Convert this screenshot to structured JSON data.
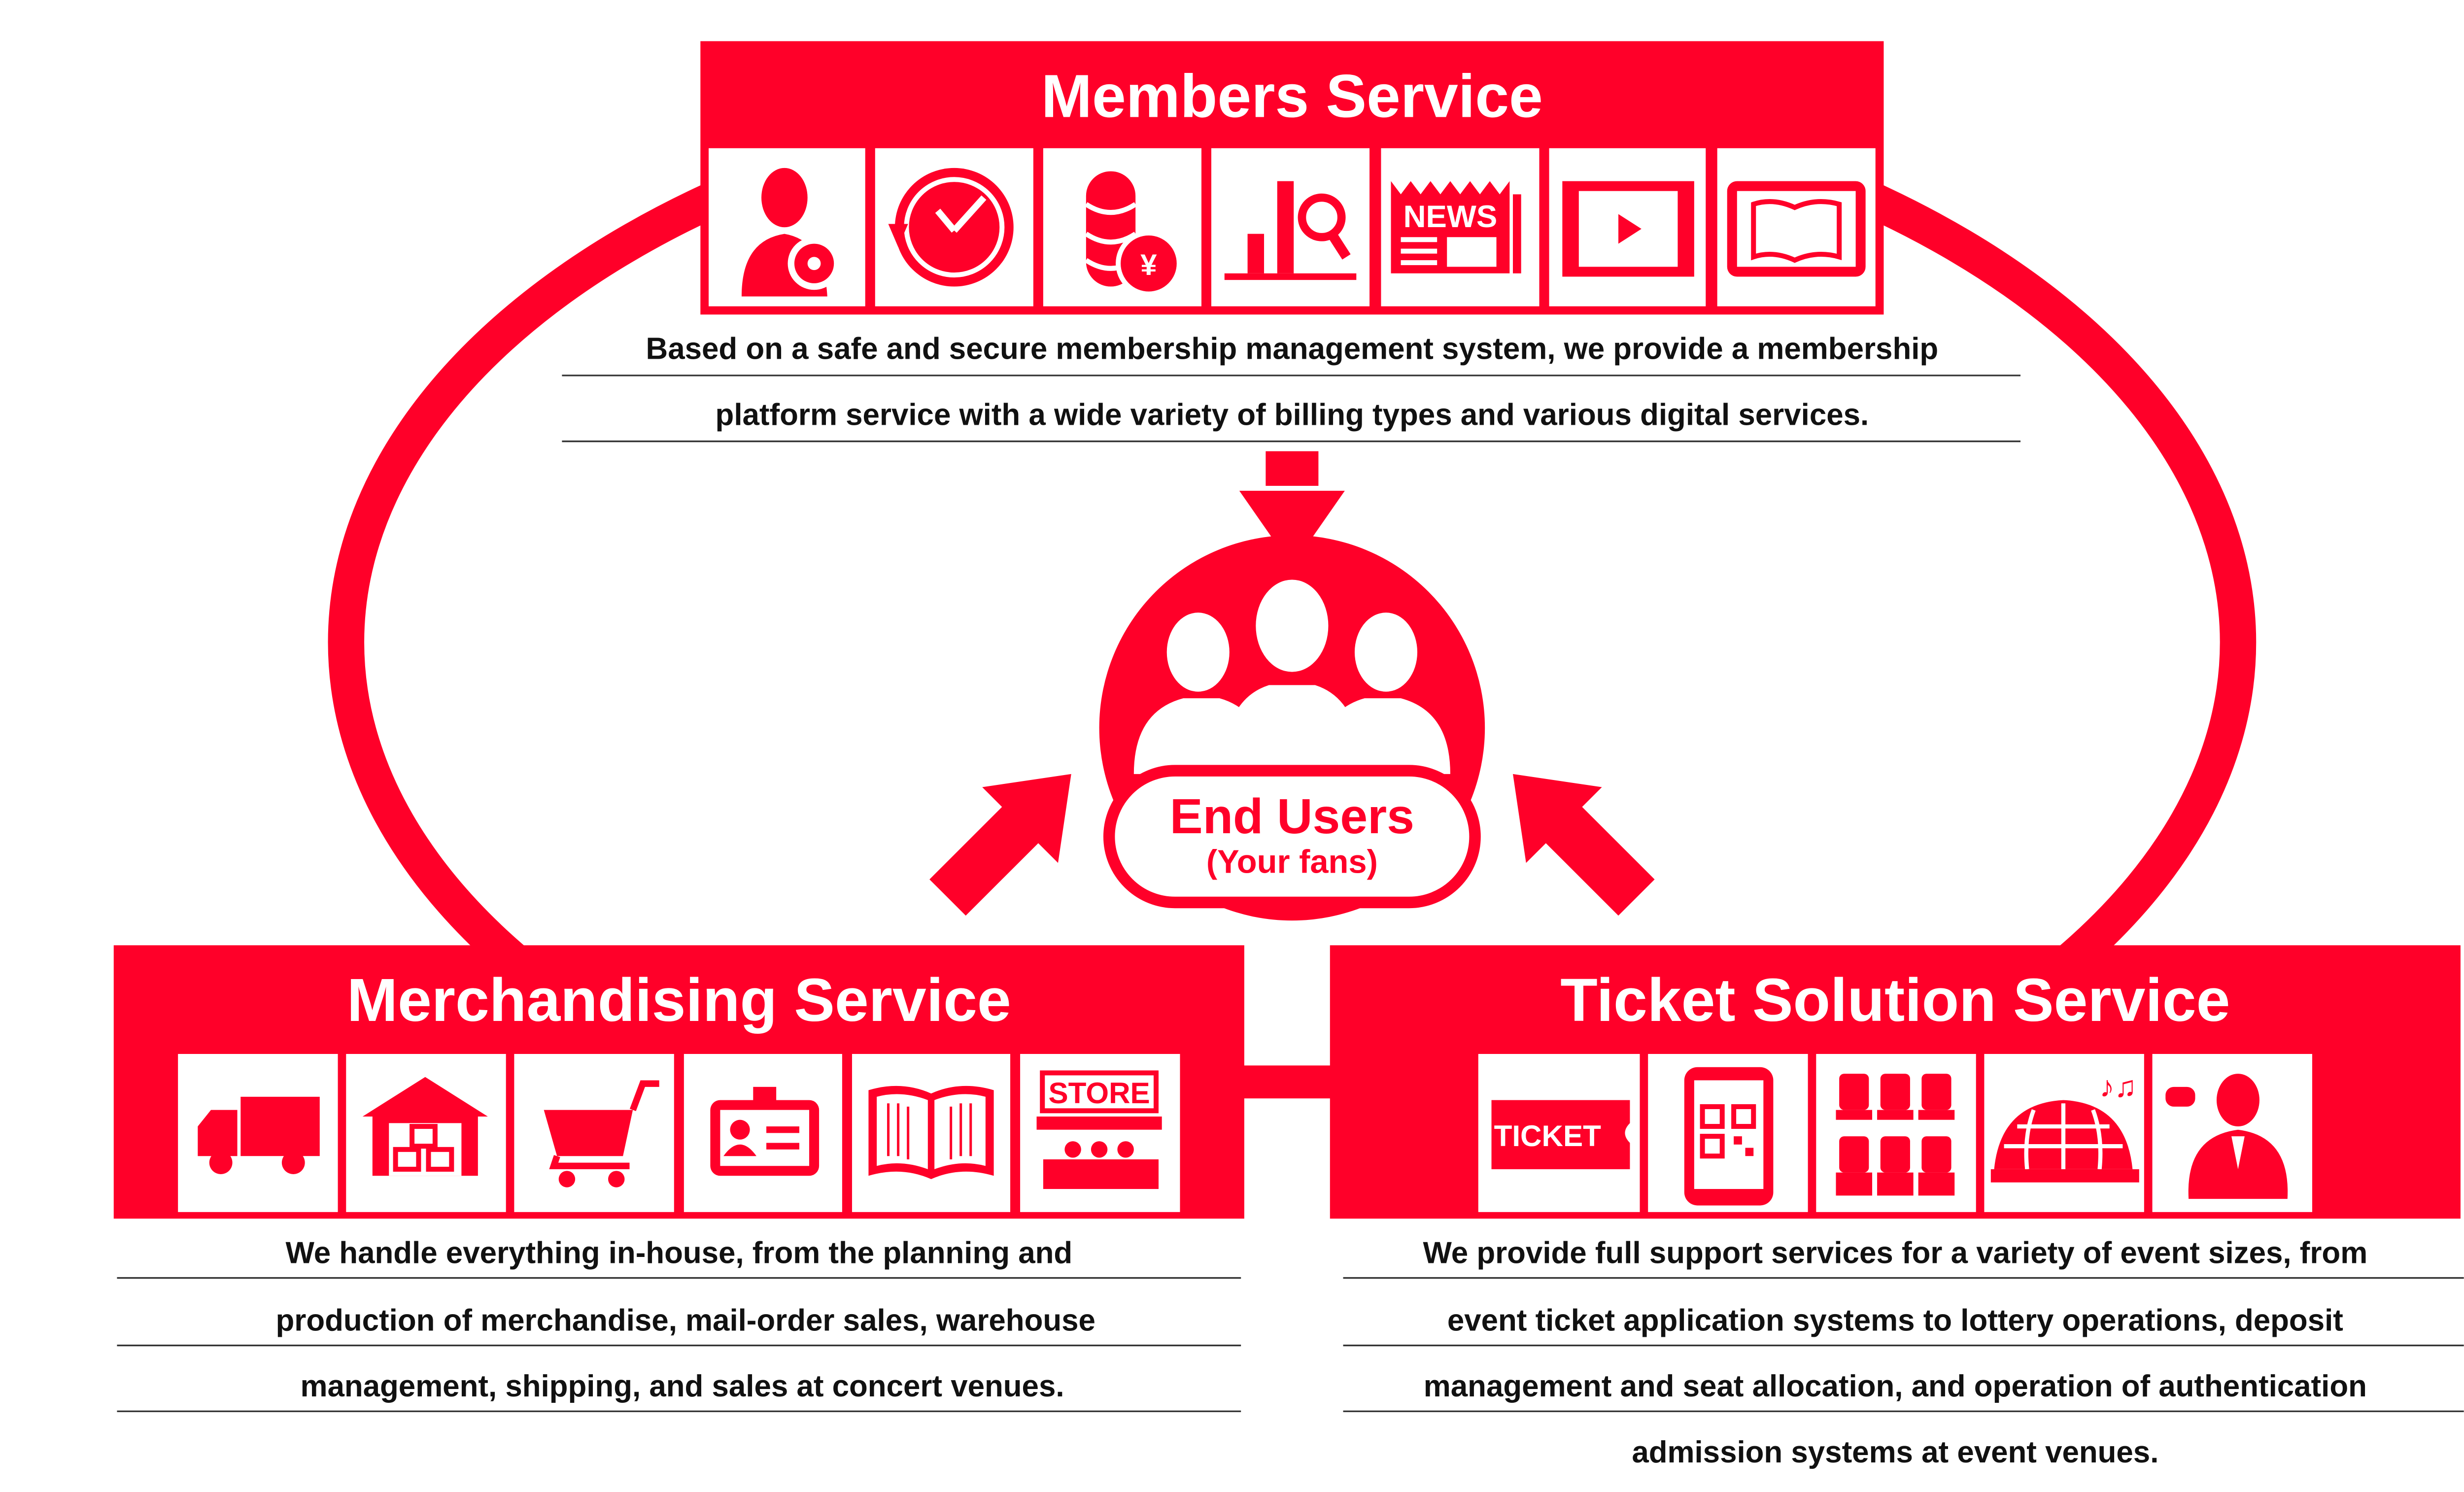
{
  "colors": {
    "brand_red": "#ff0029",
    "text": "#111111"
  },
  "members": {
    "title": "Members Service",
    "icons": [
      "user-gear-icon",
      "clock-refresh-icon",
      "coin-stack-yen-icon",
      "chart-search-icon",
      "news-icon",
      "video-play-icon",
      "tablet-ebook-icon"
    ],
    "news_label": "NEWS",
    "yen_symbol": "¥",
    "description": [
      "Based on a safe and secure membership management system, we provide a membership",
      "platform service with a wide variety of billing types and various digital services."
    ]
  },
  "center": {
    "title": "End Users",
    "subtitle": "(Your fans)"
  },
  "merch": {
    "title": "Merchandising Service",
    "icons": [
      "truck-icon",
      "warehouse-icon",
      "shopping-cart-icon",
      "id-card-icon",
      "open-book-icon",
      "store-icon"
    ],
    "store_label": "STORE",
    "description": [
      "We handle everything in-house, from the planning and",
      "production of merchandise, mail-order sales, warehouse",
      "management, shipping, and sales at concert venues."
    ]
  },
  "ticket": {
    "title": "Ticket Solution Service",
    "icons": [
      "ticket-icon",
      "qr-smartphone-icon",
      "seats-icon",
      "dome-music-icon",
      "staff-guide-icon"
    ],
    "ticket_label": "TICKET",
    "description": [
      "We provide full support services for a variety of event sizes, from",
      "event ticket application systems to lottery operations, deposit",
      "management and seat allocation, and operation of authentication",
      "admission systems at event venues."
    ]
  }
}
